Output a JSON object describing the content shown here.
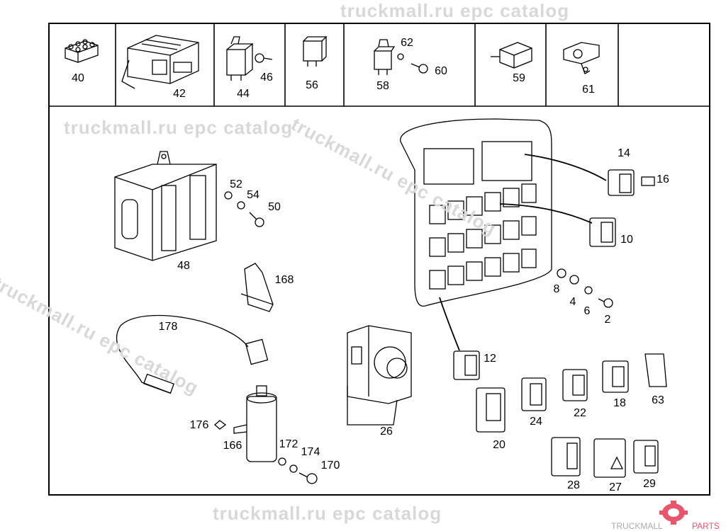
{
  "watermark": [
    "truckmall.ru epc catalog",
    "truckmall.ru epc catalog",
    "truckmall.ru epc catalog",
    "truckmall.ru epc catalog",
    "truckmall.ru epc catalog"
  ],
  "logo": {
    "text_left": "TRUCKMALL",
    "text_right": "PARTS",
    "color": "#e8566e"
  },
  "labels": [
    "40",
    "42",
    "44",
    "46",
    "56",
    "58",
    "62",
    "60",
    "59",
    "61",
    "14",
    "16",
    "10",
    "52",
    "54",
    "50",
    "48",
    "168",
    "178",
    "8",
    "4",
    "6",
    "2",
    "12",
    "26",
    "20",
    "24",
    "22",
    "18",
    "63",
    "176",
    "166",
    "172",
    "174",
    "170",
    "28",
    "27",
    "29"
  ]
}
